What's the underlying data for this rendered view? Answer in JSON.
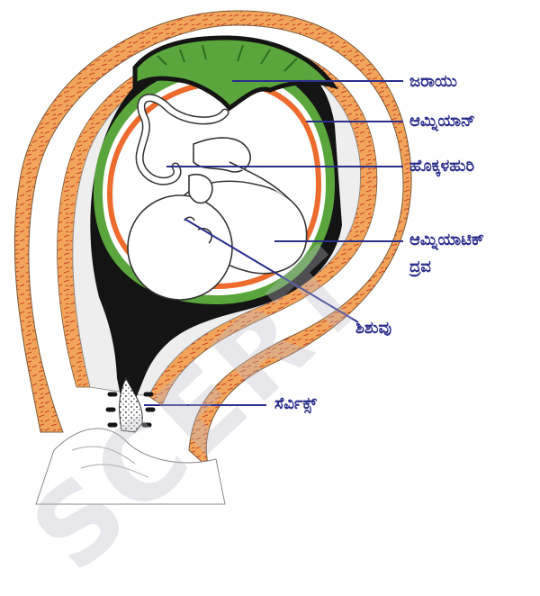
{
  "labels": {
    "placenta": "ಜರಾಯು",
    "amnion": "ಆಮ್ನಿಯಾನ್",
    "umbilical_cord": "ಹೊಕ್ಕಳಹುರಿ",
    "amniotic_fluid_line1": "ಆಮ್ನಿಯಾಟಿಕ್",
    "amniotic_fluid_line2": "ದ್ರವ",
    "fetus": "ಶಿಶುವು",
    "cervix": "ಸೆರ್ವಿಕ್ಸ್"
  },
  "watermark": "SCERT",
  "colors": {
    "uterine_wall": "#f2a55a",
    "uterine_wall_dash": "#c9432a",
    "amnion_green": "#5aa53c",
    "amniotic_orange": "#ec6b2d",
    "placenta_black": "#141414",
    "label_text": "#2b2f8c",
    "leader_line": "#2b2f8c"
  }
}
